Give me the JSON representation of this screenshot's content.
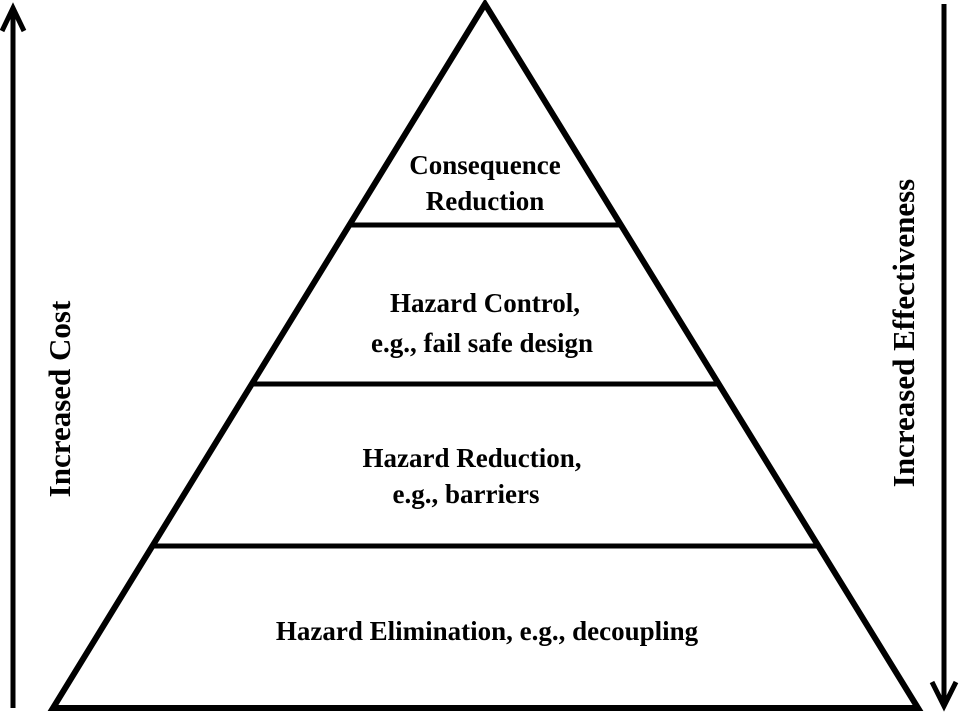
{
  "diagram": {
    "type": "hierarchy-pyramid",
    "left_axis": {
      "label": "Increased Cost",
      "direction": "up"
    },
    "right_axis": {
      "label": "Increased Effectiveness",
      "direction": "down"
    },
    "levels": [
      {
        "line1": "Consequence",
        "line2": "Reduction"
      },
      {
        "line1": "Hazard Control,",
        "line2": "e.g., fail safe design"
      },
      {
        "line1": "Hazard Reduction,",
        "line2": "e.g., barriers"
      },
      {
        "line1": "Hazard Elimination, e.g., decoupling",
        "line2": ""
      }
    ],
    "colors": {
      "stroke": "#000000",
      "background": "#ffffff"
    }
  }
}
